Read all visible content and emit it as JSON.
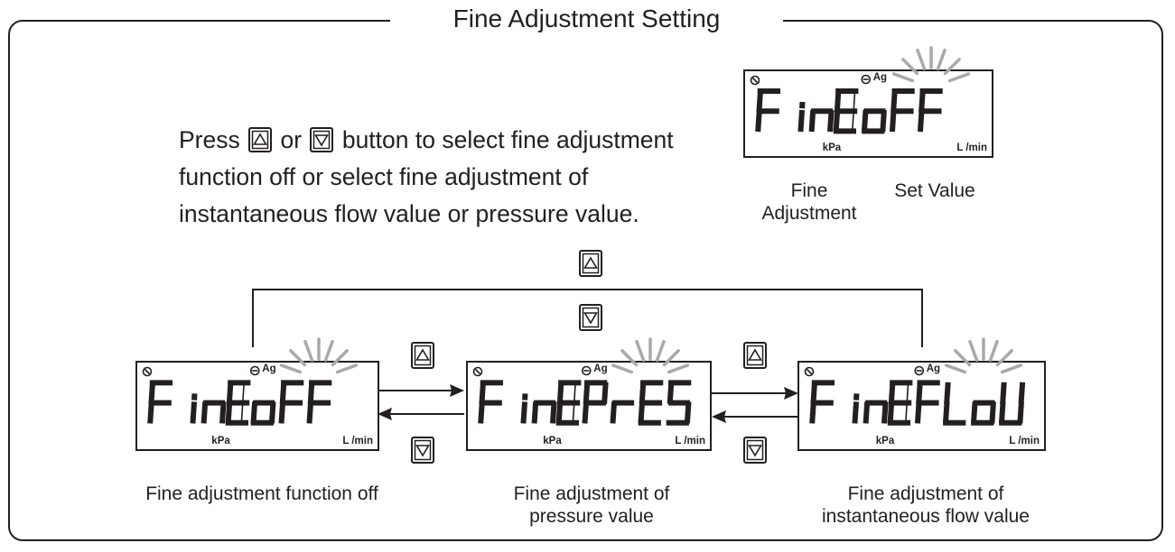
{
  "title": "Fine Adjustment Setting",
  "instruction": {
    "part1": "Press",
    "part2": "or",
    "part3": "button to select fine adjustment function off or select fine adjustment of instantaneous flow value or pressure value."
  },
  "legend": {
    "fine": "Fine",
    "adjustment": "Adjustment",
    "set_value": "Set Value"
  },
  "displays": [
    {
      "left": "F inE",
      "right": "oFF",
      "caption": "Fine adjustment function off"
    },
    {
      "left": "F inE",
      "right": "PrES",
      "caption_line1": "Fine adjustment of",
      "caption_line2": "pressure value"
    },
    {
      "left": "F inE",
      "right": "FLoW",
      "caption_line1": "Fine adjustment of",
      "caption_line2": "instantaneous flow value"
    }
  ],
  "units": {
    "pressure": "kPa",
    "flow": "L /min",
    "ag": "Ag"
  },
  "icons": [
    "up-arrow-button-icon",
    "down-arrow-button-icon",
    "flash-rays-icon",
    "sensor-symbol-icon",
    "equal-circle-icon"
  ],
  "colors": {
    "ink": "#231f20",
    "flash": "#a7a9ac",
    "background": "#ffffff"
  }
}
